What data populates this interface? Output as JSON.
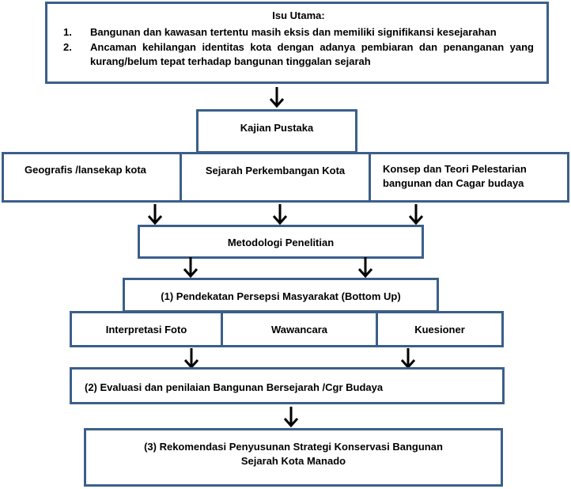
{
  "main_issue": {
    "title": "Isu Utama:",
    "items": [
      {
        "number": "1.",
        "text": "Bangunan dan kawasan tertentu masih eksis dan memiliki signifikansi kesejarahan"
      },
      {
        "number": "2.",
        "text": "Ancaman kehilangan identitas kota dengan adanya pembiaran dan penanganan yang kurang/belum tepat terhadap bangunan tinggalan sejarah"
      }
    ]
  },
  "literature_review": {
    "label": "Kajian Pustaka",
    "topics": [
      "Geografis /lansekap kota",
      "Sejarah Perkembangan Kota",
      "Konsep dan Teori Pelestarian bangunan dan Cagar budaya"
    ]
  },
  "methodology": {
    "label": "Metodologi Penelitian"
  },
  "approach": {
    "label": "(1) Pendekatan Persepsi Masyarakat (Bottom Up)",
    "methods": [
      "Interpretasi Foto",
      "Wawancara",
      "Kuesioner"
    ]
  },
  "evaluation": {
    "label": "(2) Evaluasi dan penilaian Bangunan Bersejarah /Cgr Budaya"
  },
  "recommendation": {
    "label": "(3) Rekomendasi Penyusunan Strategi Konservasi Bangunan Sejarah Kota Manado"
  },
  "colors": {
    "box_border": "#3b5f8a",
    "arrow": "#000000",
    "text": "#000000"
  }
}
